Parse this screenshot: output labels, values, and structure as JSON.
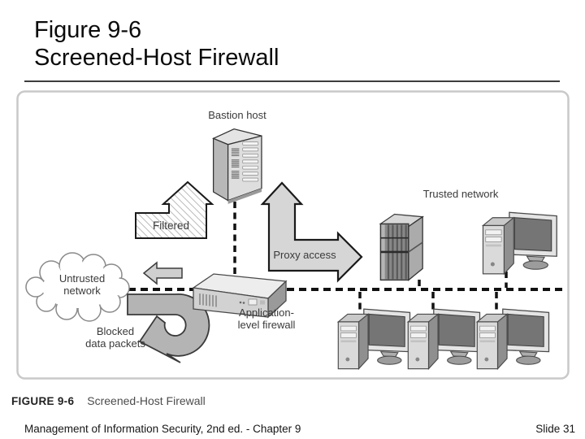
{
  "slide": {
    "title_line1": "Figure 9-6",
    "title_line2": "Screened-Host Firewall",
    "footer_left": "Management of Information Security, 2nd ed. - Chapter 9",
    "footer_right": "Slide 31"
  },
  "figure_caption": {
    "label": "FIGURE 9-6",
    "title": "Screened-Host Firewall"
  },
  "diagram": {
    "labels": {
      "bastion_host": "Bastion host",
      "filtered": "Filtered",
      "untrusted_line1": "Untrusted",
      "untrusted_line2": "network",
      "proxy_access": "Proxy access",
      "app_firewall_line1": "Application-",
      "app_firewall_line2": "level firewall",
      "trusted_network": "Trusted network",
      "blocked_line1": "Blocked",
      "blocked_line2": "data packets"
    },
    "colors": {
      "panel_border": "#c9c9c9",
      "arrow_fill": "#d6d6d6",
      "inbound_arrow_fill": "#cfcfcf",
      "blocked_arrow_fill": "#b4b4b4",
      "outline": "#1a1a1a",
      "dashed_line": "#111111",
      "cloud_outline": "#8a8a8a"
    },
    "icons": [
      "bastion-server-icon",
      "cloud-icon",
      "filtered-arrow-icon",
      "inbound-arrow-icon",
      "blocked-arrow-icon",
      "proxy-arrow-icon",
      "firewall-device-icon",
      "rack-server-icon",
      "desktop-computer-icon"
    ]
  }
}
